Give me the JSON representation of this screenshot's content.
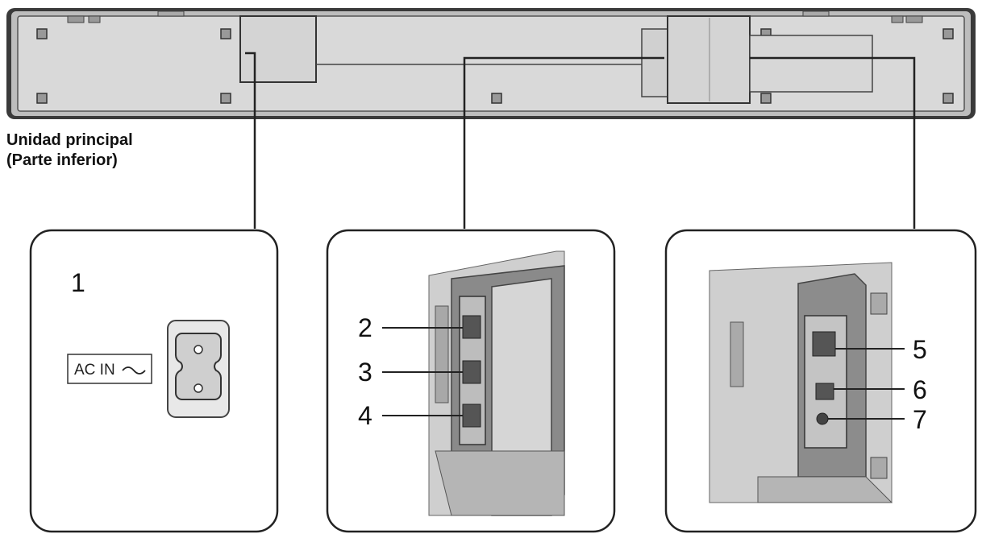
{
  "caption": {
    "line1": "Unidad principal",
    "line2": "(Parte inferior)"
  },
  "panels": [
    {
      "name": "power",
      "labels": [
        {
          "number": "1"
        }
      ],
      "ac_in_label": "AC IN"
    },
    {
      "name": "hdmi",
      "labels": [
        {
          "number": "2"
        },
        {
          "number": "3"
        },
        {
          "number": "4"
        }
      ]
    },
    {
      "name": "rear-ports",
      "labels": [
        {
          "number": "5"
        },
        {
          "number": "6"
        },
        {
          "number": "7"
        }
      ]
    }
  ],
  "colors": {
    "outline": "#333333",
    "unit_fill": "#d9d9d9",
    "panel_fill": "#cfcfcf"
  }
}
